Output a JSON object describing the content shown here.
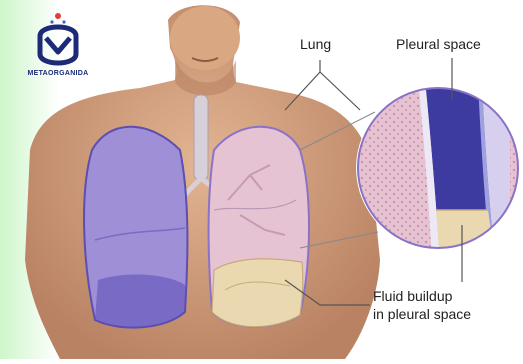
{
  "logo": {
    "text": "METAORGANIDA"
  },
  "labels": {
    "lung": "Lung",
    "pleural_space": "Pleural space",
    "fluid_line1": "Fluid buildup",
    "fluid_line2": "in pleural space"
  },
  "colors": {
    "skin": "#d9a882",
    "skin_shadow": "#b98263",
    "lung_left": "#9e8fd6",
    "lung_right": "#e6c3d3",
    "fluid": "#ead8b0",
    "pleura_blue": "#3d3aa0",
    "accent_green": "#c9f5c5"
  }
}
